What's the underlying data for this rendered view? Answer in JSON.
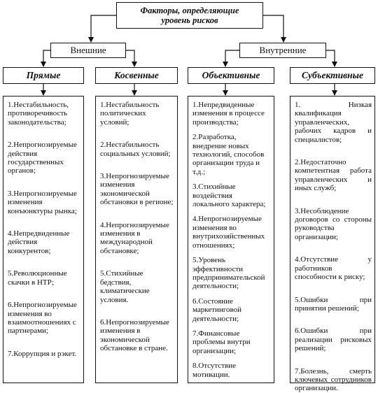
{
  "root": {
    "line1": "Факторы, определяющие",
    "line2": "уровень рисков"
  },
  "groups": [
    {
      "label": "Внешние"
    },
    {
      "label": "Внутренние"
    }
  ],
  "categories": [
    {
      "label": "Прямые",
      "items": [
        "1.Нестабильность, противоречивость законодательства;",
        "2.Непрогнозируемые действия государственных органов;",
        "3.Непрогнозируемые изменения конъюнктуры рынка;",
        "4.Непредвиденные действия конкурентов;",
        "5.Революционные скачки в НТР;",
        "6.Непрогнозируемые изменения во взаимоотношениях с партнерами;",
        "7.Коррупция и рэкет."
      ]
    },
    {
      "label": "Косвенные",
      "items": [
        "1.Нестабильность политических условий;",
        "2.Нестабильность социальных условий;",
        "3.Непрогнозируемые изменения экономической обстановки в регионе;",
        "4.Непрогнозируемые изменения в международной обстановке;",
        "5.Стихийные бедствия, климатические условия.",
        "6.Непрогнозируемые изменения в экономической обстановке в стране."
      ]
    },
    {
      "label": "Объективные",
      "items": [
        "1.Непредвиденные изменения в процессе производства;",
        "2.Разработка, внедрение новых технологий, способов организации труда и т.д.;",
        "3.Стихийные воздействия локального характера;",
        "4.Непрогнозируемые изменения во внутрихозяйственных отношениях;",
        "5.Уровень эффективности предпринимательской деятельности;",
        "6.Состояние маркетинговой деятельности;",
        "7.Финансовые проблемы внутри организации;",
        "8.Отсутствие мотивации."
      ]
    },
    {
      "label": "Субъективные",
      "items": [
        "1. Низкая квалификация управленческих, рабочих кадров и специалистов;",
        "2.Недостаточно компетентная работа управленческих и иных служб;",
        "3.Несоблюдение договоров со стороны руководства организации;",
        "4.Отсутствие у работников способности к риску;",
        "5.Ошибки при принятии решений;",
        "6.Ошибки при реализации рисковых решений;",
        "7.Болезнь, смерть ключевых сотрудников организации."
      ]
    }
  ]
}
